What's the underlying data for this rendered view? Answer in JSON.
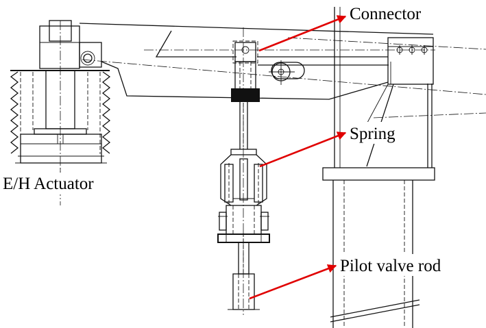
{
  "labels": {
    "connector": "Connector",
    "spring": "Spring",
    "actuator": "E/H Actuator",
    "pilot_rod": "Pilot valve rod"
  },
  "colors": {
    "annotation_arrow": "#e00000",
    "drawing_line": "#111111",
    "background": "#ffffff"
  }
}
